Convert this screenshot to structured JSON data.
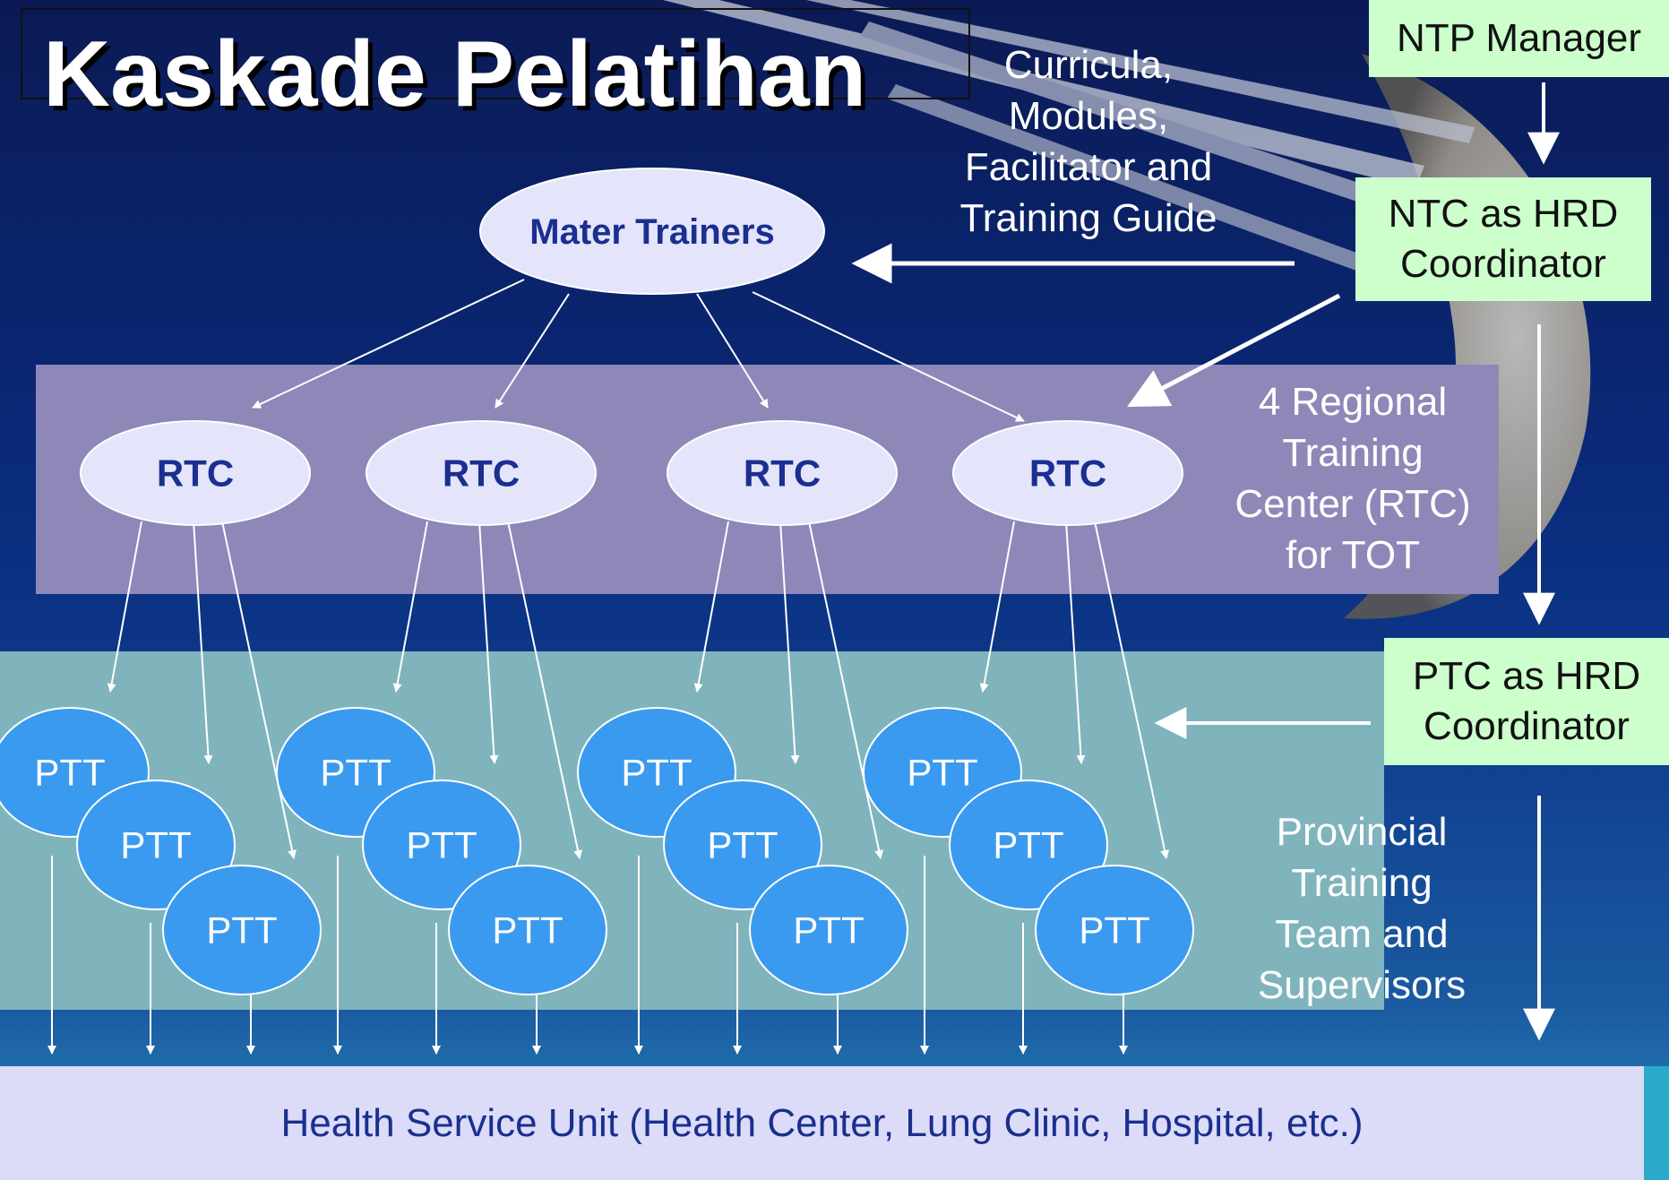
{
  "title": "Kaskade Pelatihan",
  "top_center_ellipse": "Mater Trainers",
  "curricula_label": "Curricula,\nModules,\nFacilitator and\nTraining Guide",
  "right_boxes": {
    "ntp_manager": "NTP Manager",
    "ntc": "NTC as HRD\nCoordinator",
    "ptc": "PTC as HRD\nCoordinator"
  },
  "regional_label": "4 Regional\nTraining\nCenter (RTC)\nfor TOT",
  "provincial_label": "Provincial\nTraining\nTeam and\nSupervisors",
  "rtc_nodes": [
    "RTC",
    "RTC",
    "RTC",
    "RTC"
  ],
  "ptt_groups": [
    [
      "PTT",
      "PTT",
      "PTT"
    ],
    [
      "PTT",
      "PTT",
      "PTT"
    ],
    [
      "PTT",
      "PTT",
      "PTT"
    ],
    [
      "PTT",
      "PTT",
      "PTT"
    ]
  ],
  "bottom_bar": "Health Service Unit (Health Center, Lung Clinic, Hospital, etc.)",
  "colors": {
    "rtc_band": "#8e88b8",
    "ptt_band": "#7fb4bc",
    "ellipse_fill": "#e4e4fa",
    "ellipse_text": "#1a2f8f",
    "ptt_fill": "#3a9af0",
    "green_box": "#ccffcc",
    "bottom_bar": "#dcdcf8"
  }
}
